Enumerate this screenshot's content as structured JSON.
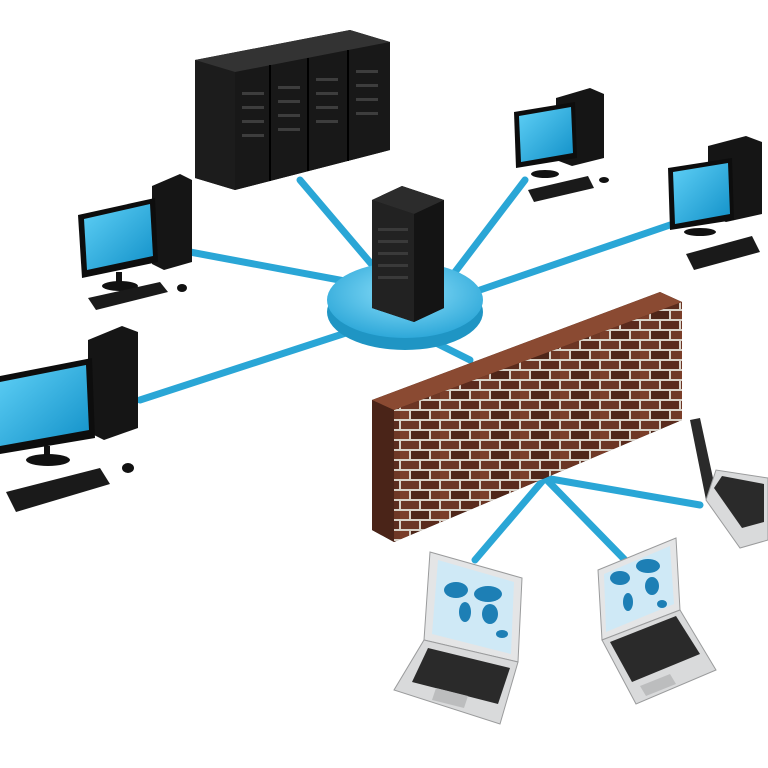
{
  "colors": {
    "background": "#ffffff",
    "cable": "#2aa6d6",
    "cable_highlight": "#6fd0f0",
    "hub": "#4fc3ec",
    "hub_dark": "#1f95c4",
    "screen": "#29a9e0",
    "case": "#1b1b1b",
    "brick": "#6b3524",
    "mortar": "#d8d2c8",
    "laptop_body": "#d9dadb",
    "map_land": "#1d7fb5",
    "map_sea": "#cfe9f6"
  },
  "icons": {
    "server_rack": "server-rack-icon",
    "central_server": "server-tower-icon",
    "hub": "network-hub-icon",
    "desktop": "desktop-computer-icon",
    "firewall": "firewall-brick-wall-icon",
    "laptop": "laptop-icon"
  },
  "scene": {
    "desktops": [
      "top-left",
      "left",
      "top-right",
      "right"
    ],
    "laptops": [
      "bottom-left",
      "bottom-middle",
      "right"
    ]
  }
}
